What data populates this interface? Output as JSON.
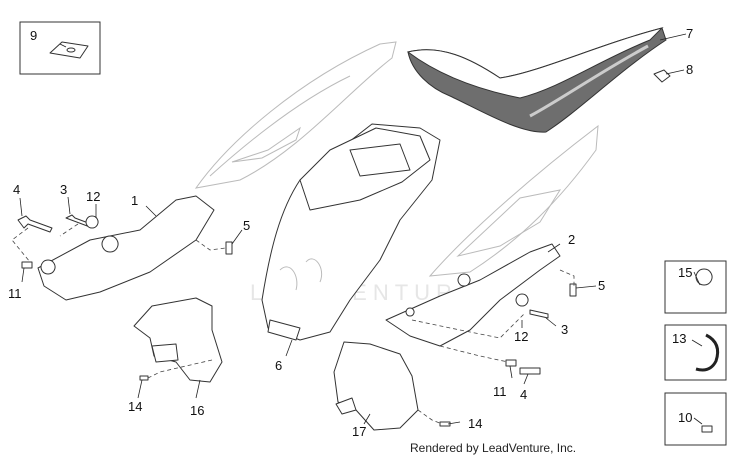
{
  "credit": "Rendered by LeadVenture, Inc.",
  "watermark": "LEADVENTURE",
  "callouts": [
    "1",
    "2",
    "3",
    "3",
    "4",
    "4",
    "5",
    "5",
    "6",
    "7",
    "8",
    "9",
    "10",
    "11",
    "11",
    "12",
    "12",
    "13",
    "14",
    "14",
    "15",
    "16",
    "17"
  ]
}
